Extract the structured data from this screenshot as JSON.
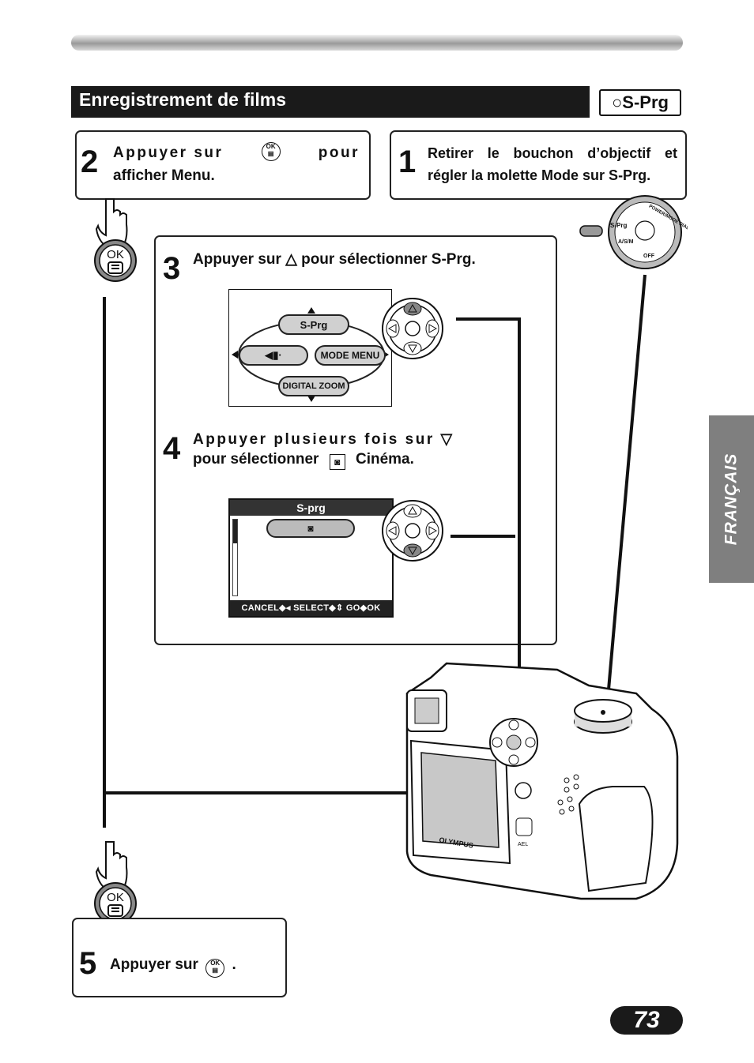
{
  "header": {
    "section_title": "Enregistrement de films",
    "mode_badge": "○S-Prg"
  },
  "steps": {
    "s1_num": "1",
    "s1_text": "Retirer le bouchon d’objectif et régler la molette Mode sur S-Prg.",
    "s2_num": "2",
    "s2_text_a": "Appuyer sur",
    "s2_text_b": "pour",
    "s2_text_c": "afficher Menu.",
    "s3_num": "3",
    "s3_text": "Appuyer sur △ pour sélectionner S-Prg.",
    "s4_num": "4",
    "s4_text_a": "Appuyer plusieurs fois sur ▽",
    "s4_text_b": "pour sélectionner",
    "s4_text_c": "Cinéma.",
    "s5_num": "5",
    "s5_text": "Appuyer sur",
    "s5_end": "."
  },
  "menu_screen": {
    "top": "S-Prg",
    "right": "MODE MENU",
    "bottom": "DIGITAL ZOOM"
  },
  "sprg_screen": {
    "title": "S-prg",
    "footer": "CANCEL◆◂ SELECT◆⇕  GO◆OK"
  },
  "ok_label": "OK",
  "dial": {
    "title": "POWER/MODE DIAL",
    "sprg": "S-Prg",
    "asm": "A/S/M",
    "off": "OFF"
  },
  "camera": {
    "brand": "OLYMPUS",
    "ael": "AEL"
  },
  "side_tab": "FRANÇAIS",
  "page_number": "73"
}
